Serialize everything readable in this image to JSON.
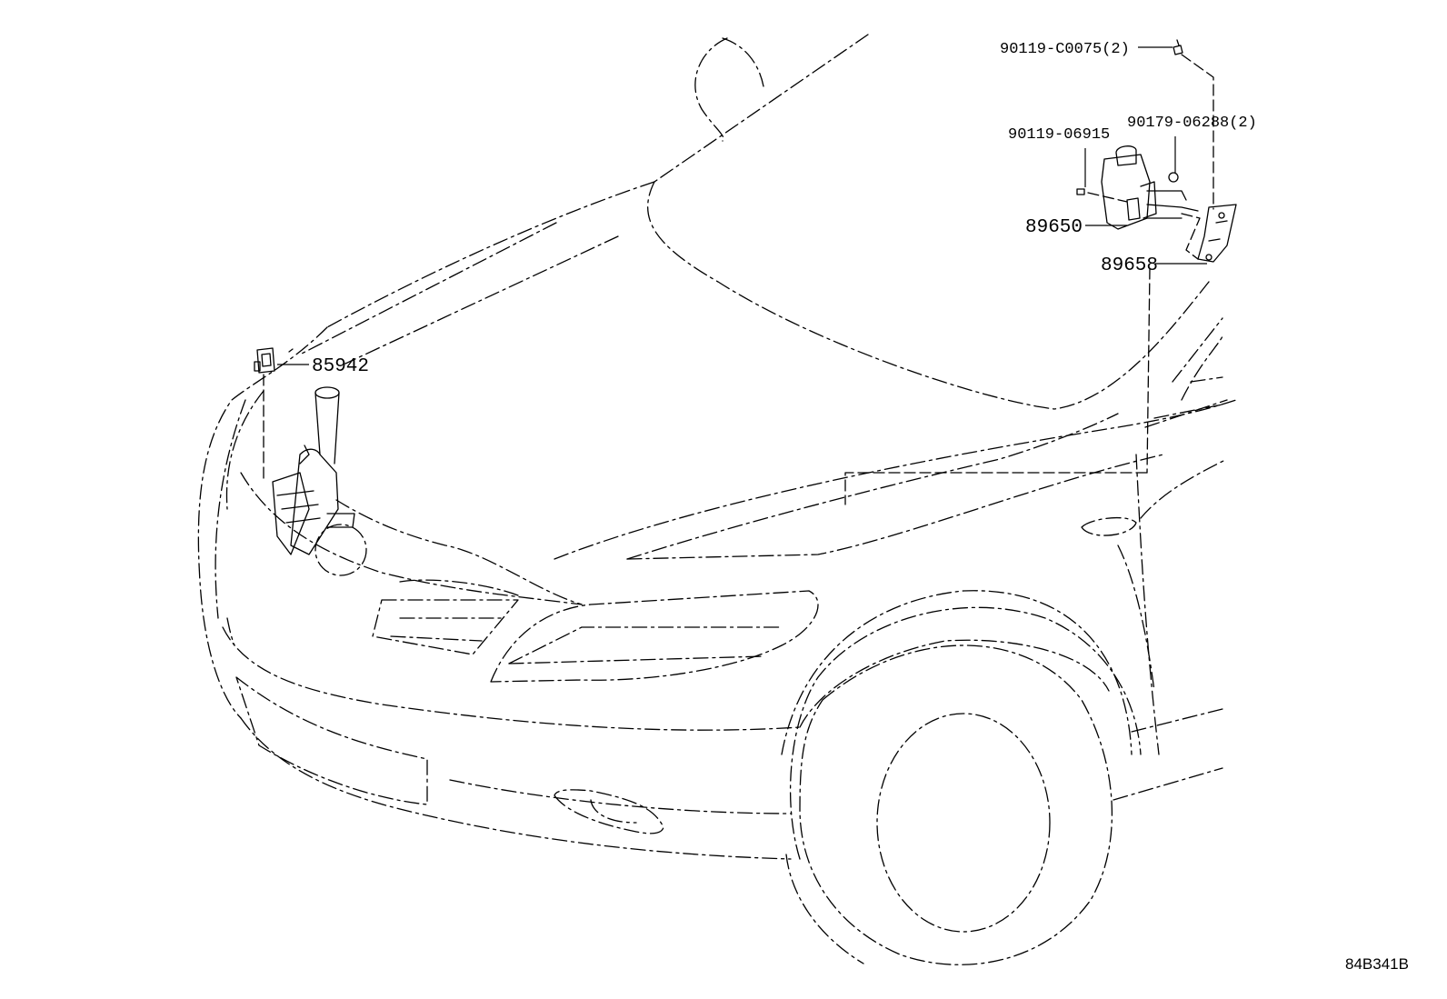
{
  "diagram": {
    "reference_code": "84B341B",
    "callouts": [
      {
        "id": "c1",
        "text": "90119-C0075(2)"
      },
      {
        "id": "c2",
        "text": "90119-06915"
      },
      {
        "id": "c3",
        "text": "90179-06288(2)"
      },
      {
        "id": "c4",
        "text": "89650"
      },
      {
        "id": "c5",
        "text": "89658"
      },
      {
        "id": "c6",
        "text": "85942"
      }
    ]
  }
}
